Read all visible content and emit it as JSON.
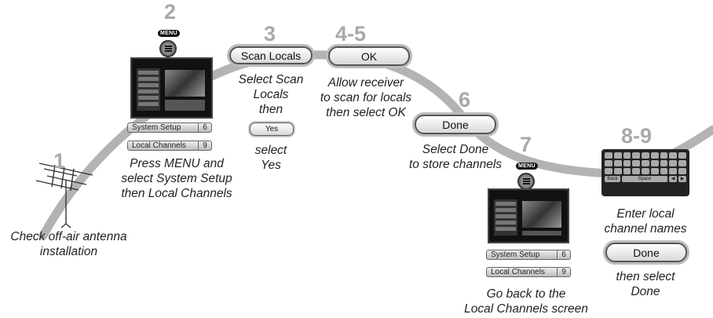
{
  "steps": {
    "s1": {
      "number": "1",
      "caption_line1": "Check off-air antenna",
      "caption_line2": "installation"
    },
    "s2": {
      "number": "2",
      "menu_label": "MENU",
      "system_setup": "System Setup",
      "system_setup_num": "6",
      "local_channels": "Local Channels",
      "local_channels_num": "9",
      "caption_line1": "Press MENU and",
      "caption_line2": "select System Setup",
      "caption_line3": "then Local Channels"
    },
    "s3": {
      "number": "3",
      "button": "Scan Locals",
      "caption_line1": "Select Scan",
      "caption_line2": "Locals",
      "caption_line3": "then",
      "yes_button": "Yes",
      "caption_line4": "select",
      "caption_line5": "Yes"
    },
    "s45": {
      "number": "4-5",
      "button": "OK",
      "caption_line1": "Allow receiver",
      "caption_line2": "to scan for locals",
      "caption_line3": "then select OK"
    },
    "s6": {
      "number": "6",
      "button": "Done",
      "caption_line1": "Select Done",
      "caption_line2": "to store channels"
    },
    "s7": {
      "number": "7",
      "menu_label": "MENU",
      "system_setup": "System Setup",
      "system_setup_num": "6",
      "local_channels": "Local Channels",
      "local_channels_num": "9",
      "caption_line1": "Go back to the",
      "caption_line2": "Local Channels screen"
    },
    "s89": {
      "number": "8-9",
      "keyboard_back": "Back",
      "keyboard_space": "Space",
      "caption_line1": "Enter local",
      "caption_line2": "channel names",
      "button": "Done",
      "caption_line3": "then select",
      "caption_line4": "Done"
    }
  },
  "colors": {
    "path": "#b3b3b3",
    "step_number": "#a9a9a9",
    "text": "#222222"
  }
}
